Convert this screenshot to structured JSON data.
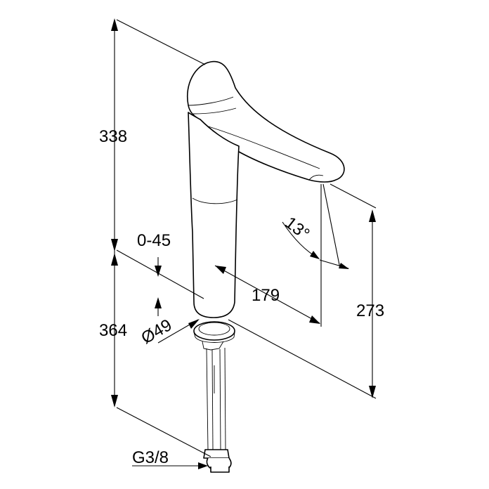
{
  "dimensions": {
    "height_top": "338",
    "insert_range": "0-45",
    "height_bottom": "364",
    "hole_diameter": "Ø49",
    "reach": "179",
    "spout_height": "273",
    "spout_angle": "13°",
    "connection": "G3/8"
  },
  "colors": {
    "line": "#000000",
    "background": "#ffffff"
  }
}
